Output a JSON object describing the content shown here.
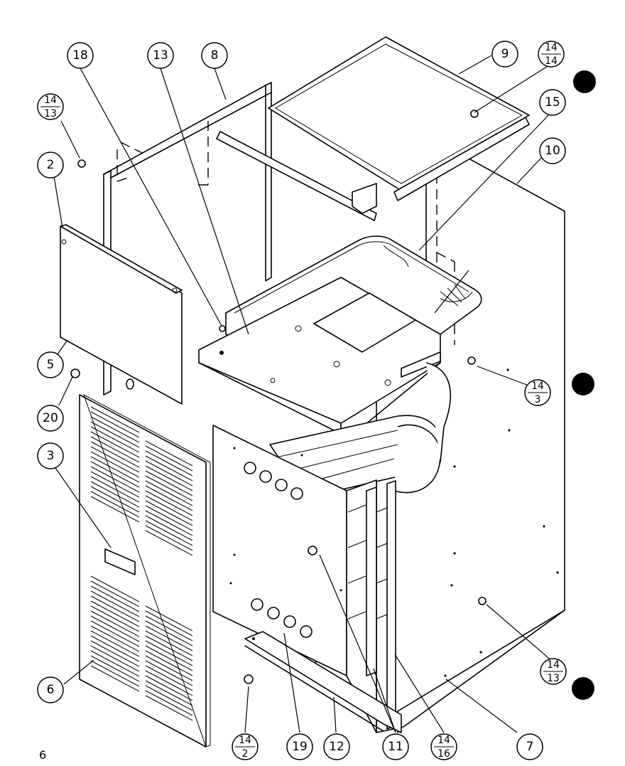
{
  "callouts": {
    "c18": "18",
    "c13": "13",
    "c8": "8",
    "c9": "9",
    "c15": "15",
    "c10": "10",
    "c2": "2",
    "c5": "5",
    "c20": "20",
    "c3": "3",
    "c6": "6",
    "c19": "19",
    "c12": "12",
    "c11": "11",
    "c7": "7"
  },
  "fraction_callouts": {
    "f14_14": {
      "top": "14",
      "bottom": "14"
    },
    "f14_13_left": {
      "top": "14",
      "bottom": "13"
    },
    "f14_3": {
      "top": "14",
      "bottom": "3"
    },
    "f14_13_right": {
      "top": "14",
      "bottom": "13"
    },
    "f14_2": {
      "top": "14",
      "bottom": "2"
    },
    "f14_16": {
      "top": "14",
      "bottom": "16"
    }
  },
  "page_number": "6"
}
